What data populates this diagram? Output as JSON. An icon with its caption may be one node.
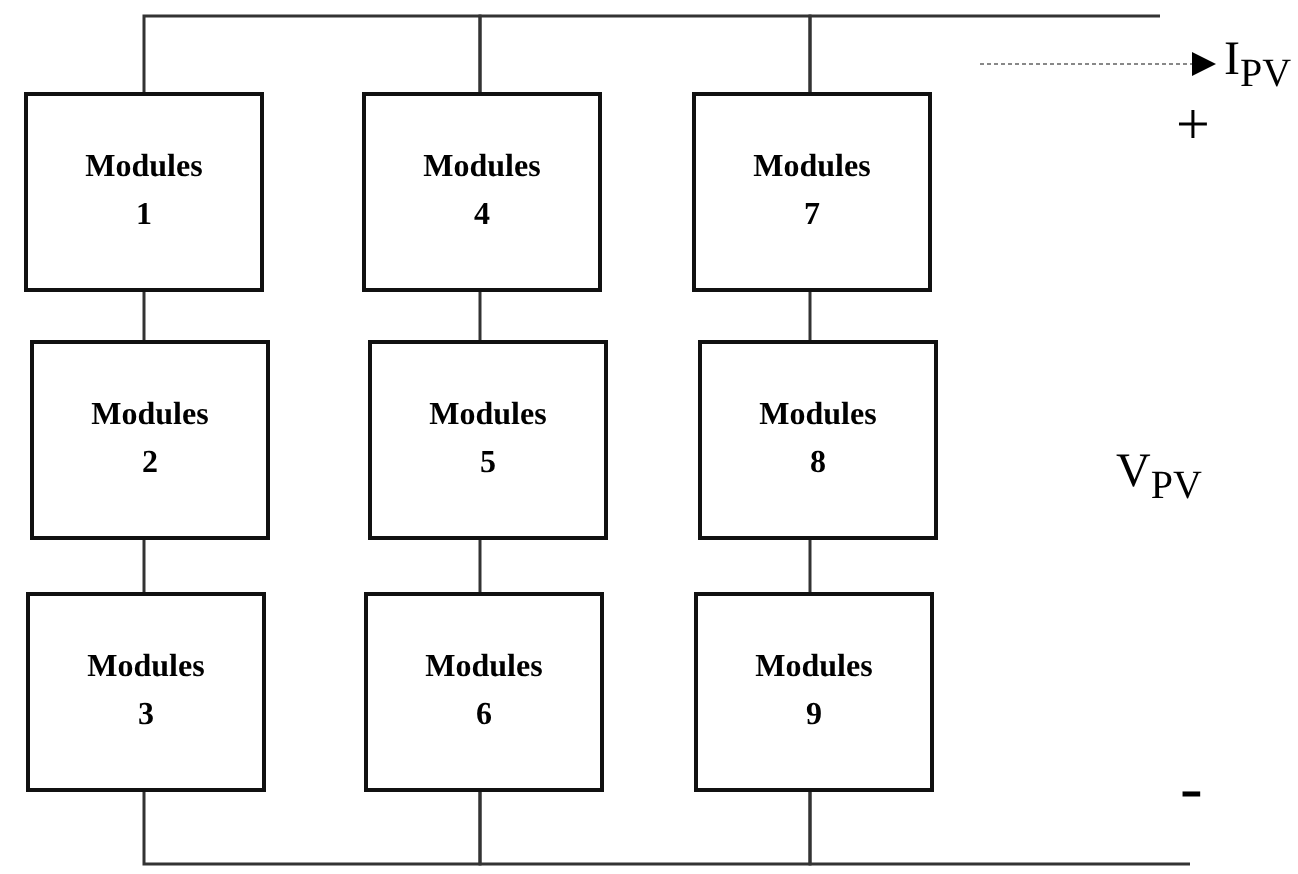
{
  "diagram": {
    "nodes": [
      {
        "text": [
          "Modules 1"
        ]
      },
      {
        "text": [
          "Modules 2"
        ]
      },
      {
        "text": [
          "Modules 3"
        ]
      },
      {
        "text": [
          "Modules 4"
        ]
      },
      {
        "text": [
          "Modules 5"
        ]
      },
      {
        "text": [
          "Modules 6"
        ]
      },
      {
        "text": [
          "Modules 7"
        ]
      },
      {
        "text": [
          "Modules 8"
        ]
      },
      {
        "text": [
          "Modules 9"
        ]
      }
    ],
    "edges": [
      {
        "from": 0,
        "to": 1,
        "arrow": "none"
      },
      {
        "from": 1,
        "to": 2,
        "arrow": "none"
      },
      {
        "from": 3,
        "to": 4,
        "arrow": "none"
      },
      {
        "from": 4,
        "to": 5,
        "arrow": "none"
      },
      {
        "from": 6,
        "to": 7,
        "arrow": "none"
      },
      {
        "from": 7,
        "to": 8,
        "arrow": "none"
      },
      {
        "from": 0,
        "to": 3,
        "arrow": "none"
      },
      {
        "from": 3,
        "to": 6,
        "arrow": "none"
      },
      {
        "from": 6,
        "to": null,
        "arrow": "none"
      },
      {
        "from": 2,
        "to": 5,
        "arrow": "none"
      },
      {
        "from": 5,
        "to": 8,
        "arrow": "none"
      },
      {
        "from": 8,
        "to": null,
        "arrow": "none"
      }
    ],
    "labels": [
      "I$_{PV}$",
      "+",
      "V$_{PV}$",
      "-"
    ]
  }
}
